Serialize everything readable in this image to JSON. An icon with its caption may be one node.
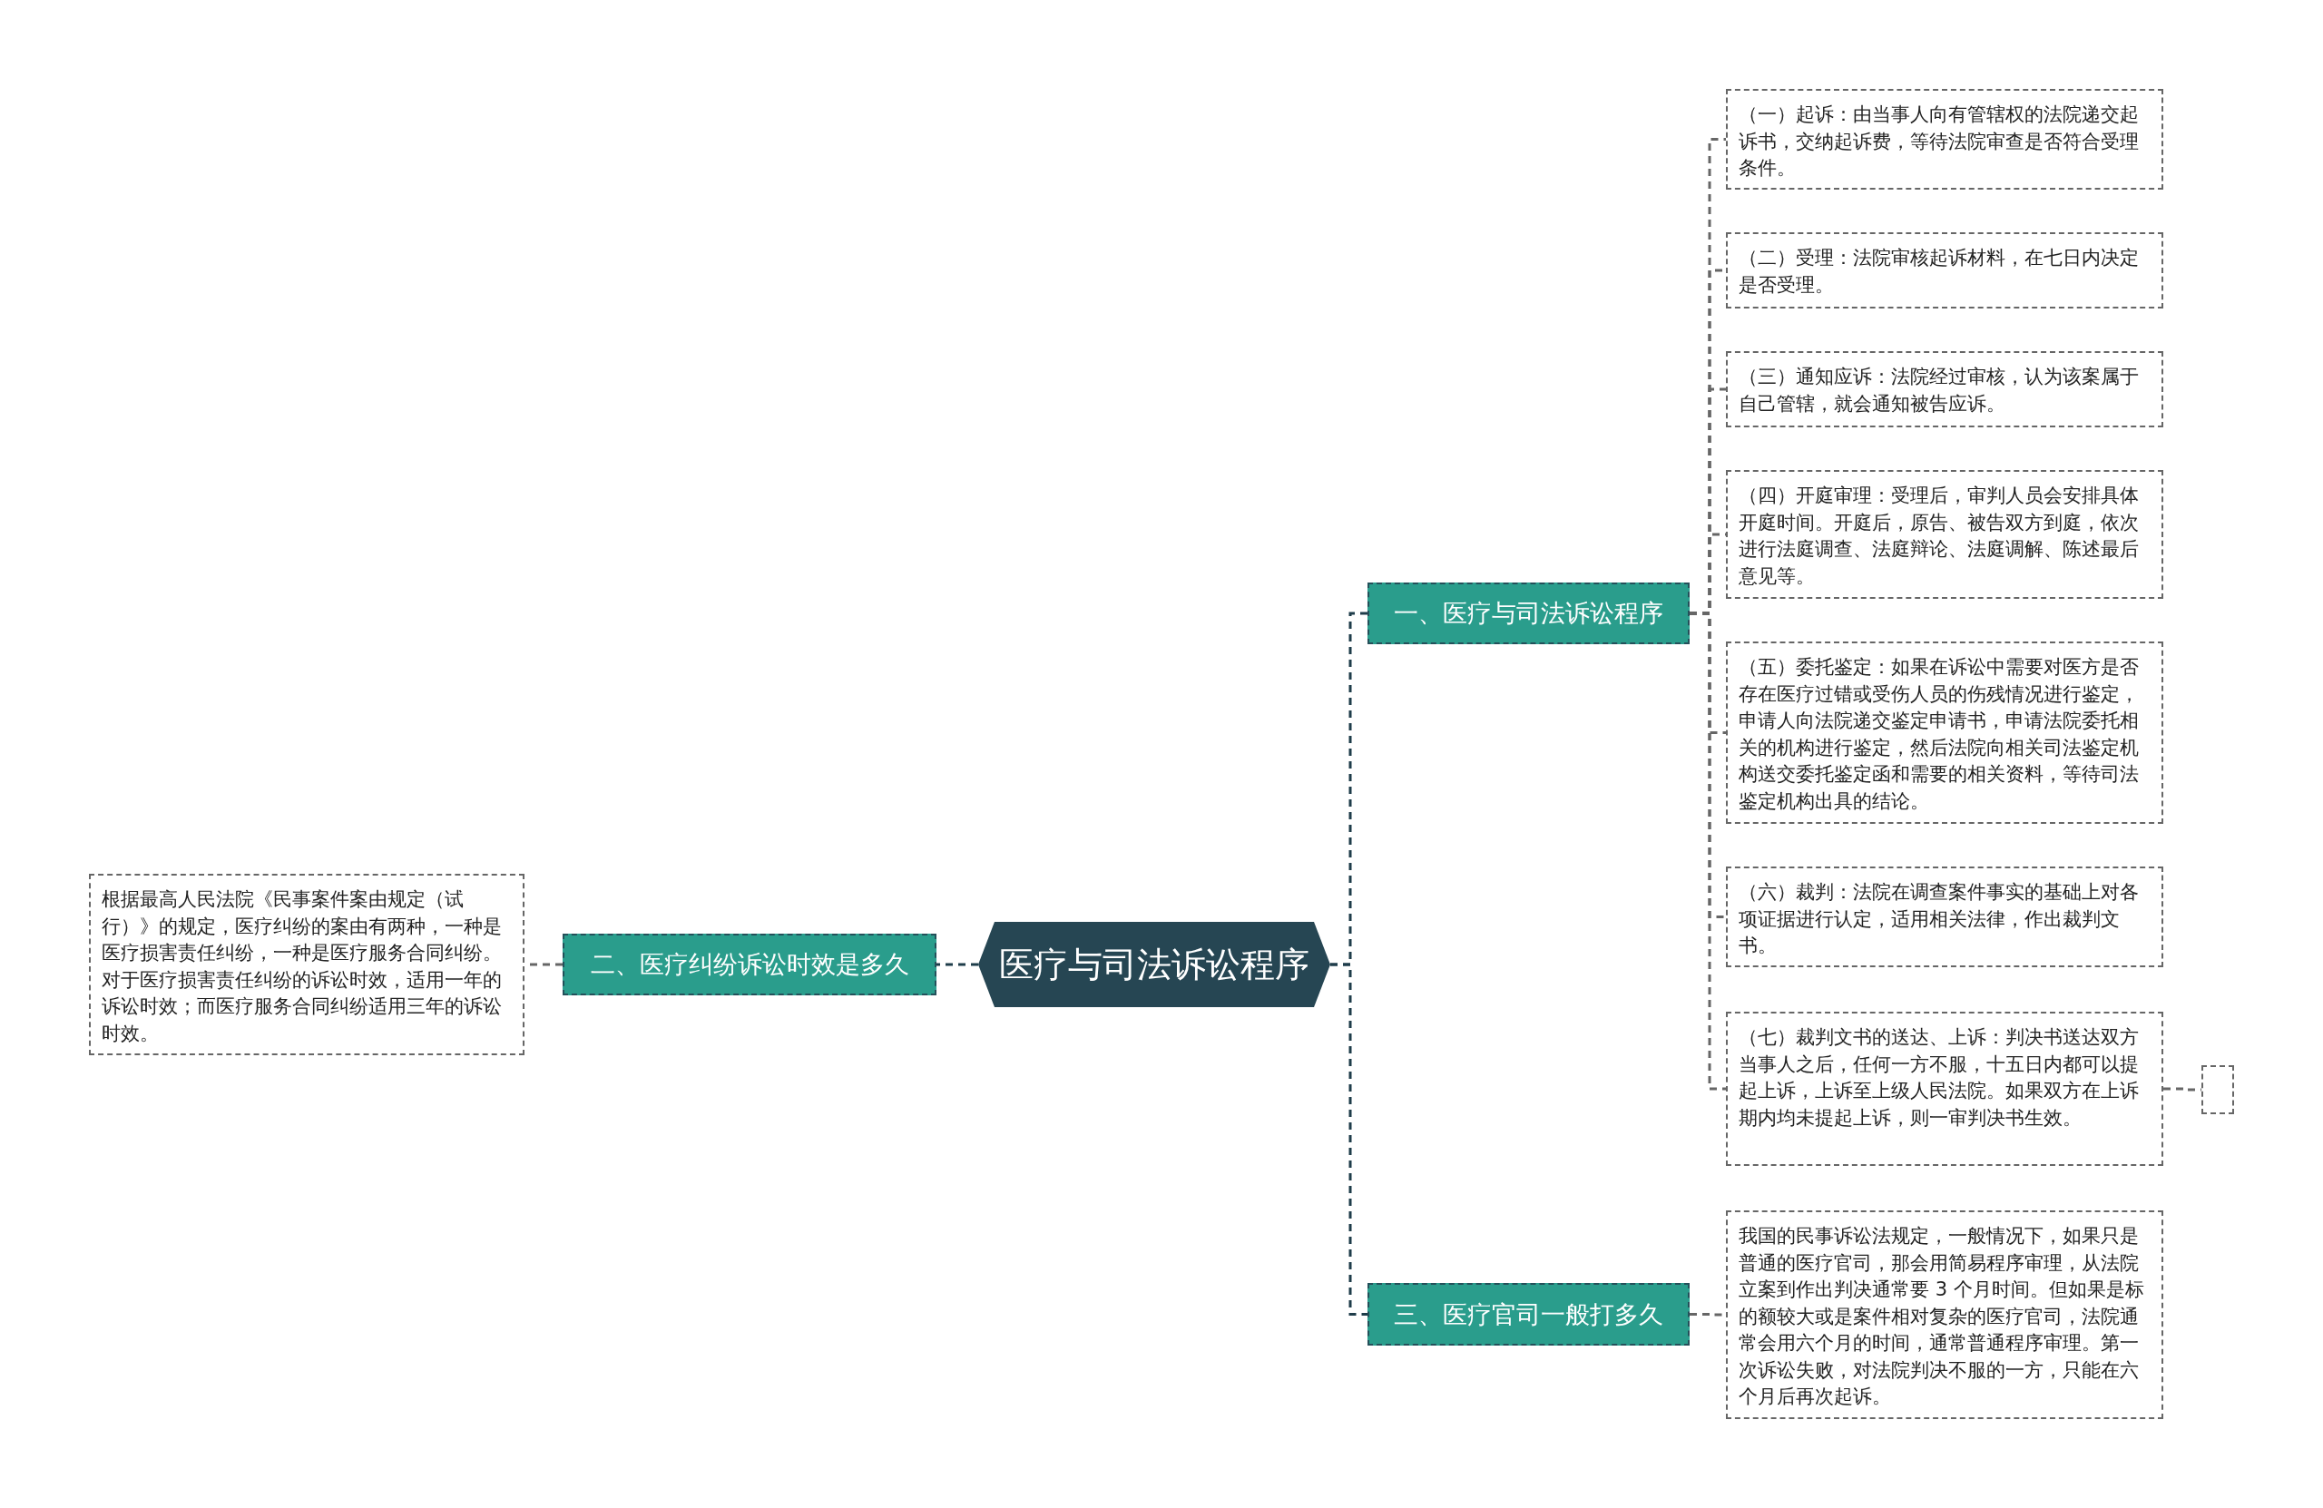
{
  "diagram": {
    "nodes": [
      {
        "text": [
          "医疗与司法诉讼程序"
        ]
      },
      {
        "text": [
          "一、医疗与司法诉讼程序"
        ]
      },
      {
        "text": [
          "（一）起诉：由当事人向有管辖权的法院递交起诉书，交纳起诉费，等待法院审查是否符合受理条件。"
        ]
      },
      {
        "text": [
          "（二）受理：法院审核起诉材料，在七日内决定是否受理。"
        ]
      },
      {
        "text": [
          "（三）通知应诉：法院经过审核，认为该案属于自己管辖，就会通知被告应诉。"
        ]
      },
      {
        "text": [
          "（四）开庭审理：受理后，审判人员会安排具体开庭时间。开庭后，原告、被告双方到庭，依次进行法庭调查、法庭辩论、法庭调解、陈述最后意见等。"
        ]
      },
      {
        "text": [
          "（五）委托鉴定：如果在诉讼中需要对医方是否存在医疗过错或受伤人员的伤残情况进行鉴定，申请人向法院递交鉴定申请书，申请法院委托相关的机构进行鉴定，然后法院向相关司法鉴定机构送交委托鉴定函和需要的相关资料，等待司法鉴定机构出具的结论。"
        ]
      },
      {
        "text": [
          "（六）裁判：法院在调查案件事实的基础上对各项证据进行认定，适用相关法律，作出裁判文书。"
        ]
      },
      {
        "text": [
          "（七）裁判文书的送达、上诉：判决书送达双方当事人之后，任何一方不服，十五日内都可以提起上诉，上诉至上级人民法院。如果双方在上诉期内均未提起上诉，则一审判决书生效。"
        ]
      },
      {
        "text": [],
        "shape": "box"
      },
      {
        "text": [
          "二、医疗纠纷诉讼时效是多久"
        ]
      },
      {
        "text": [
          "根据最高人民法院《民事案件案由规定（试行）》的规定，医疗纠纷的案由有两种，一种是医疗损害责任纠纷，一种是医疗服务合同纠纷。对于医疗损害责任纠纷的诉讼时效，适用一年的诉讼时效；而医疗服务合同纠纷适用三年的诉讼时效。"
        ]
      },
      {
        "text": [
          "三、医疗官司一般打多久"
        ]
      },
      {
        "text": [
          "我国的民事诉讼法规定，一般情况下，如果只是普通的医疗官司，那会用简易程序审理，从法院立案到作出判决通常要 3 个月时间。但如果是标的额较大或是案件相对复杂的医疗官司，法院通常会用六个月的时间，通常普通程序审理。第一次诉讼失败，对法院判决不服的一方，只能在六个月后再次起诉。"
        ]
      }
    ],
    "edges": [
      {
        "from": 0,
        "to": 1,
        "arrow": "none",
        "color": "#1f3d4a"
      },
      {
        "from": 0,
        "to": 10,
        "arrow": "none",
        "color": "#1f3d4a"
      },
      {
        "from": 0,
        "to": 12,
        "arrow": "none",
        "color": "#1f3d4a"
      },
      {
        "from": 1,
        "to": 2,
        "arrow": "none"
      },
      {
        "from": 1,
        "to": 3,
        "arrow": "none"
      },
      {
        "from": 1,
        "to": 4,
        "arrow": "none"
      },
      {
        "from": 1,
        "to": 5,
        "arrow": "none"
      },
      {
        "from": 1,
        "to": 6,
        "arrow": "none"
      },
      {
        "from": 1,
        "to": 7,
        "arrow": "none"
      },
      {
        "from": 1,
        "to": 8,
        "arrow": "none"
      },
      {
        "from": 8,
        "to": 9,
        "arrow": "none"
      },
      {
        "from": 10,
        "to": 11,
        "arrow": "none"
      },
      {
        "from": 12,
        "to": 13,
        "arrow": "none"
      }
    ]
  }
}
